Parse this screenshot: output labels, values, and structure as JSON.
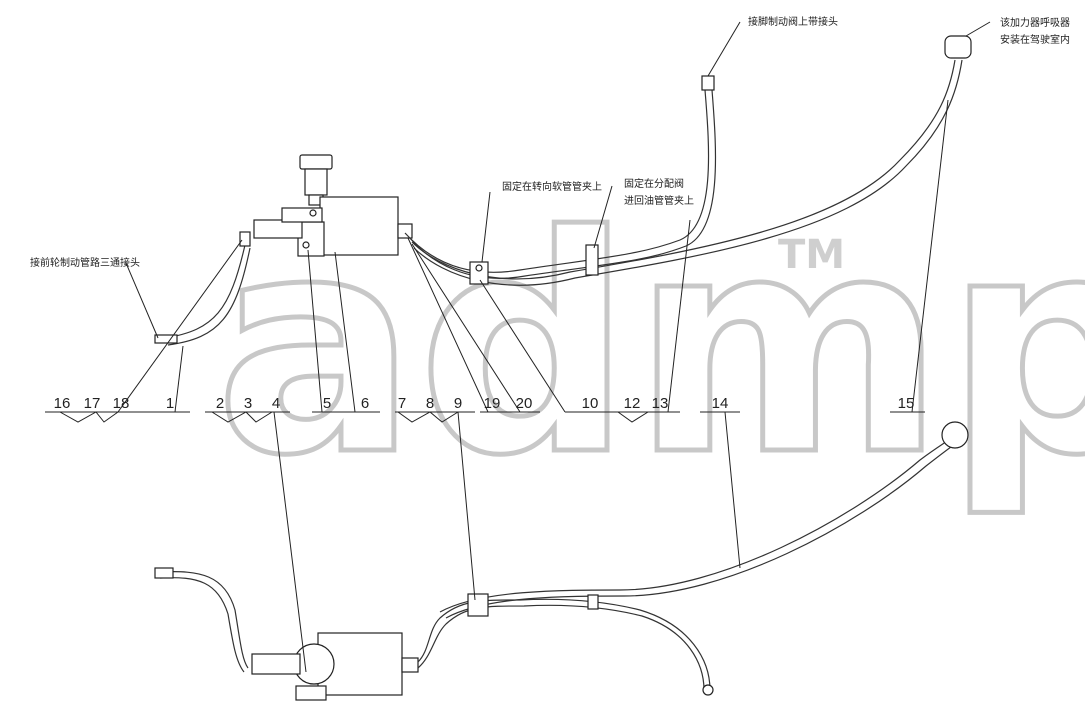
{
  "watermark": {
    "text": "admp",
    "trademark": "TM"
  },
  "notes": {
    "upper_right_joint": "接脚制动阀上带接头",
    "booster_breather_1": "该加力器呼吸器",
    "booster_breather_2": "安装在驾驶室内",
    "steering_clamp": "固定在转向软管管夹上",
    "distribution_1": "固定在分配阀",
    "distribution_2": "进回油管管夹上",
    "brake_tee": "接前轮制动管路三通接头"
  },
  "callouts": [
    {
      "id": "c16",
      "label": "16"
    },
    {
      "id": "c17",
      "label": "17"
    },
    {
      "id": "c18",
      "label": "18"
    },
    {
      "id": "c1",
      "label": "1"
    },
    {
      "id": "c2",
      "label": "2"
    },
    {
      "id": "c3",
      "label": "3"
    },
    {
      "id": "c4",
      "label": "4"
    },
    {
      "id": "c5",
      "label": "5"
    },
    {
      "id": "c6",
      "label": "6"
    },
    {
      "id": "c7",
      "label": "7"
    },
    {
      "id": "c8",
      "label": "8"
    },
    {
      "id": "c9",
      "label": "9"
    },
    {
      "id": "c19",
      "label": "19"
    },
    {
      "id": "c20",
      "label": "20"
    },
    {
      "id": "c10",
      "label": "10"
    },
    {
      "id": "c12",
      "label": "12"
    },
    {
      "id": "c13",
      "label": "13"
    },
    {
      "id": "c14",
      "label": "14"
    },
    {
      "id": "c15",
      "label": "15"
    }
  ]
}
